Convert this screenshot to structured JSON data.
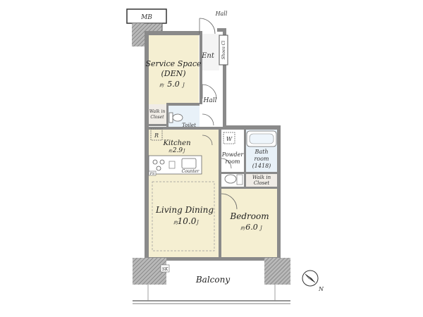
{
  "rooms": {
    "service_space": "Service Space",
    "den": "(DEN)",
    "service_size": "5.0",
    "living_dining": "Living Dining",
    "living_size": "10.0",
    "kitchen": "Kitchen",
    "kitchen_size": "2.9",
    "bedroom": "Bedroom",
    "bedroom_size": "6.0",
    "bath": "Bath",
    "bath_room": "room",
    "bath_code": "(1418)",
    "powder": "Powder",
    "powder_room": "room",
    "toilet": "Toilet",
    "balcony": "Balcony",
    "walk_in": "Walk in",
    "closet": "Closet",
    "walk_in_bed": "Walk in",
    "closet_bed": "Closet"
  },
  "labels": {
    "mb": "MB",
    "hall_top": "Hall",
    "hall_mid": "Hall",
    "ent": "Ent",
    "shoes_cl": "Shoes Cl",
    "r": "R",
    "w": "W",
    "counter": "Counter",
    "ps": "PS",
    "sk": "SK",
    "size_unit": "J",
    "size_prefix": "約",
    "north": "N"
  },
  "colors": {
    "wall": "#8a8a8a",
    "room_fill": "#f5efd2",
    "wet_fill": "#e8f1f8",
    "closet_fill": "#f0ece6",
    "balcony_fill": "#ffffff"
  }
}
